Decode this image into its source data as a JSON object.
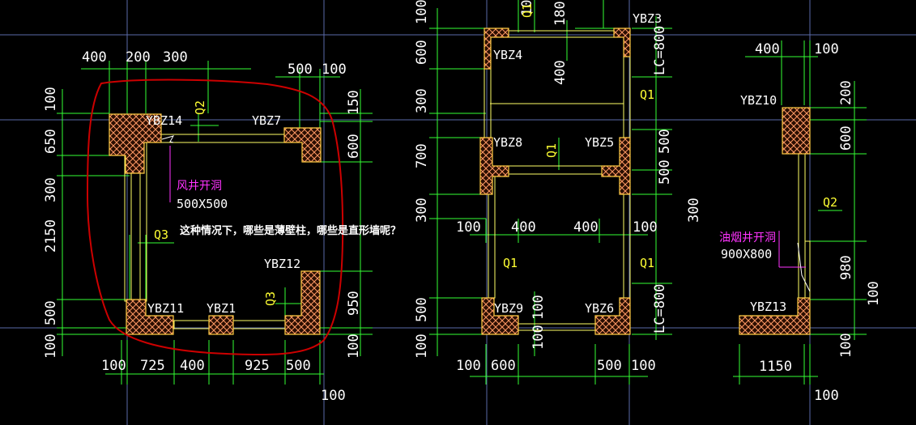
{
  "question": "这种情况下，哪些是薄壁柱，哪些是直形墙呢？",
  "left_plan": {
    "top_dims": [
      "400",
      "200",
      "300"
    ],
    "top_right_dims": [
      "500",
      "100"
    ],
    "left_dims": [
      "100",
      "650",
      "300",
      "2150",
      "500",
      "100"
    ],
    "right_dims": [
      "150",
      "600",
      "950",
      "100"
    ],
    "bottom_dims": [
      "100",
      "725",
      "400",
      "925",
      "500"
    ],
    "bottom_extra": "100",
    "columns": [
      "YBZ14",
      "YBZ7",
      "YBZ11",
      "YBZ1",
      "YBZ12"
    ],
    "beams": [
      "Q2",
      "Q3",
      "Q3"
    ],
    "opening_name": "风井开洞",
    "opening_size": "500X500"
  },
  "middle_plan": {
    "top_dims": [
      "100",
      "180"
    ],
    "left_dims": [
      "100",
      "600",
      "300",
      "700",
      "300",
      "500",
      "100"
    ],
    "right_dims": [
      "LC=800",
      "500",
      "500",
      "LC=800"
    ],
    "right_extra": "300",
    "mid_dims": [
      "100",
      "400",
      "400",
      "100"
    ],
    "bottom_dims": [
      "100",
      "600",
      "500",
      "100"
    ],
    "vertical_dims": [
      "400",
      "100",
      "100"
    ],
    "columns": [
      "YBZ3",
      "YBZ4",
      "YBZ8",
      "YBZ5",
      "YBZ9",
      "YBZ6"
    ],
    "beams": [
      "Q1",
      "Q1",
      "Q1",
      "Q1",
      "Q1"
    ]
  },
  "right_plan": {
    "top_dims": [
      "400",
      "100"
    ],
    "right_dims": [
      "200",
      "600",
      "980",
      "100"
    ],
    "right_extra": "100",
    "bottom_dims": [
      "1150"
    ],
    "bottom_extra": "100",
    "columns": [
      "YBZ10",
      "YBZ13"
    ],
    "beams": [
      "Q2"
    ],
    "opening_name": "油烟井开洞",
    "opening_size": "900X800"
  },
  "colors": {
    "background": "#000000",
    "dimension": "#33ff33",
    "wall": "#ffff66",
    "column_hatch": "#ff9966",
    "annotation_cloud": "#cc0000",
    "opening_text": "#ff33ff",
    "axis": "#5a6aa8"
  }
}
